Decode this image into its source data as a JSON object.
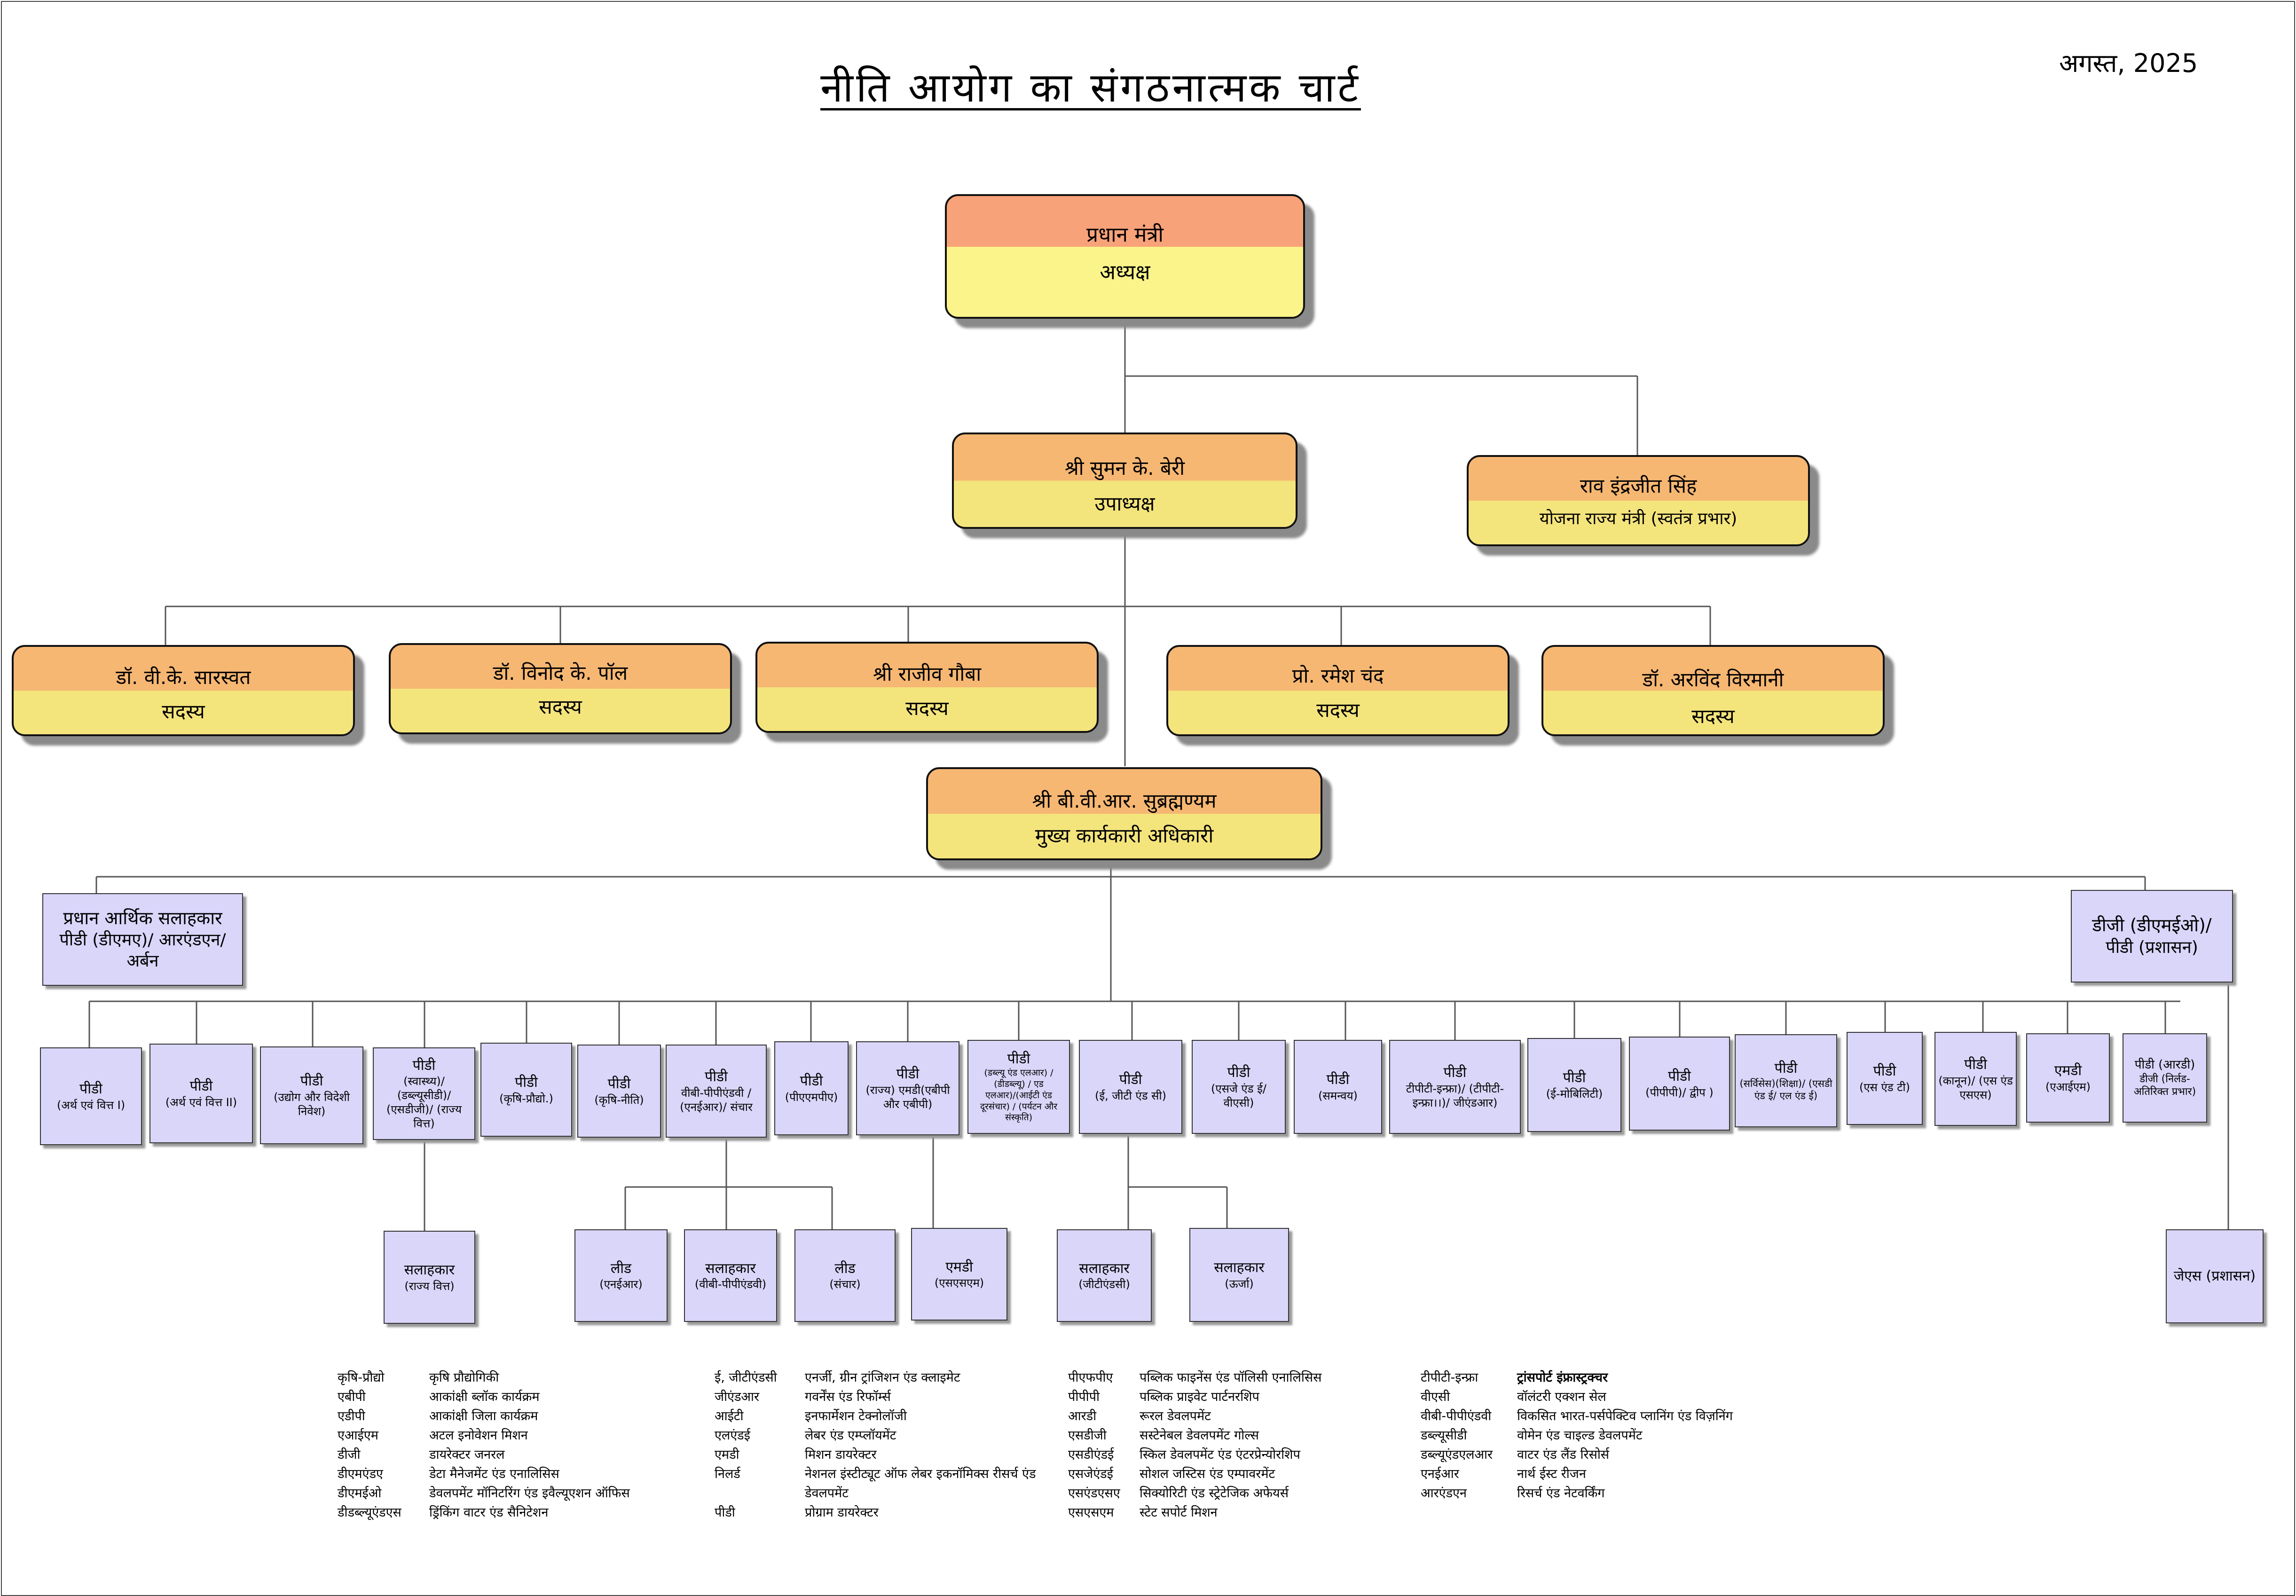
{
  "title": "नीति आयोग का संगठनात्मक चार्ट",
  "date": "अगस्त, 2025",
  "chairman": {
    "name": "प्रधान मंत्री",
    "role": "अध्यक्ष"
  },
  "vice_chairman": {
    "name": "श्री सुमन के. बेरी",
    "role": "उपाध्यक्ष"
  },
  "minister": {
    "name": "राव इंद्रजीत सिंह",
    "role": "योजना राज्य मंत्री (स्वतंत्र प्रभार)"
  },
  "members": [
    {
      "name": "डॉ. वी.के. सारस्वत",
      "role": "सदस्य"
    },
    {
      "name": "डॉ. विनोद के. पॉल",
      "role": "सदस्य"
    },
    {
      "name": "श्री राजीव गौबा",
      "role": "सदस्य"
    },
    {
      "name": "प्रो. रमेश चंद",
      "role": "सदस्य"
    },
    {
      "name": "डॉ. अरविंद विरमानी",
      "role": "सदस्य"
    }
  ],
  "ceo": {
    "name": "श्री बी.वी.आर. सुब्रह्मण्यम",
    "role": "मुख्य कार्यकारी अधिकारी"
  },
  "side_left": {
    "l1": "प्रधान आर्थिक सलाहकार",
    "l2": "पीडी (डीएमए)/ आरएंडएन/ अर्बन"
  },
  "side_right": {
    "l1": "डीजी (डीएमईओ)/",
    "l2": "पीडी (प्रशासन)"
  },
  "divisions": [
    {
      "l1": "पीडी",
      "l2": "(अर्थ एवं वित्त I)"
    },
    {
      "l1": "पीडी",
      "l2": "(अर्थ एवं वित्त II)"
    },
    {
      "l1": "पीडी",
      "l2": "(उद्योग और विदेशी निवेश)"
    },
    {
      "l1": "पीडी",
      "l2": "(स्वास्थ्य)/ (डब्ल्यूसीडी)/ (एसडीजी)/ (राज्य वित्त)"
    },
    {
      "l1": "पीडी",
      "l2": "(कृषि-प्रौद्यो.)"
    },
    {
      "l1": "पीडी",
      "l2": "(कृषि-नीति)"
    },
    {
      "l1": "पीडी",
      "l2": "वीबी-पीपीएंडवी / (एनईआर)/ संचार"
    },
    {
      "l1": "पीडी",
      "l2": "(पीएएमपीए)"
    },
    {
      "l1": "पीडी",
      "l2": "(राज्य) एमडी(एबीपी और एबीपी)"
    },
    {
      "l1": "पीडी",
      "l2": "(डब्ल्यू एंड एलआर) / (डीडब्ल्यू) / एड एलआर)/(आईटी एंड दूरसंचार) / (पर्यटन और संस्कृति)"
    },
    {
      "l1": "पीडी",
      "l2": "(ई, जीटी एंड सी)"
    },
    {
      "l1": "पीडी",
      "l2": "(एसजे एंड ई/ वीएसी)"
    },
    {
      "l1": "पीडी",
      "l2": "(समन्वय)"
    },
    {
      "l1": "पीडी",
      "l2": "टीपीटी-इन्फ्रा)/ (टीपीटी-इन्फ्रा।।)/ जीएंडआर)"
    },
    {
      "l1": "पीडी",
      "l2": "(ई-मोबिलिटी)"
    },
    {
      "l1": "पीडी",
      "l2": "(पीपीपी)/ द्वीप )"
    },
    {
      "l1": "पीडी",
      "l2": "(सर्विसेस)(शिक्षा)/ (एसडी एंड ई/ एल एंड ई)"
    },
    {
      "l1": "पीडी",
      "l2": "(एस एंड टी)"
    },
    {
      "l1": "पीडी",
      "l2": "(कानून)/ (एस एंड एसएस)"
    },
    {
      "l1": "एमडी",
      "l2": "(एआईएम)"
    },
    {
      "l1": "पीडी (आरडी)",
      "l2": "डीजी (निर्लड- अतिरिक्त प्रभार)"
    }
  ],
  "sub_units": [
    {
      "l1": "सलाहकार",
      "l2": "(राज्य वित्त)"
    },
    {
      "l1": "लीड",
      "l2": "(एनईआर)"
    },
    {
      "l1": "सलाहकार",
      "l2": "(वीबी-पीपीएंडवी)"
    },
    {
      "l1": "लीड",
      "l2": "(संचार)"
    },
    {
      "l1": "एमडी",
      "l2": "(एसएसएम)"
    },
    {
      "l1": "सलाहकार",
      "l2": "(जीटीएंडसी)"
    },
    {
      "l1": "सलाहकार",
      "l2": "(ऊर्जा)"
    },
    {
      "l1": "जेएस (प्रशासन)",
      "l2": ""
    }
  ],
  "legend_columns": [
    [
      {
        "abbr": "कृषि-प्रौद्यो",
        "full": "कृषि प्रौद्योगिकी"
      },
      {
        "abbr": "एबीपी",
        "full": "आकांक्षी ब्लॉक कार्यक्रम"
      },
      {
        "abbr": "एडीपी",
        "full": "आकांक्षी जिला कार्यक्रम"
      },
      {
        "abbr": "एआईएम",
        "full": "अटल इनोवेशन मिशन"
      },
      {
        "abbr": "डीजी",
        "full": "डायरेक्टर जनरल"
      },
      {
        "abbr": "डीएमएंडए",
        "full": "डेटा मैनेजमेंट एंड एनालिसिस"
      },
      {
        "abbr": "डीएमईओ",
        "full": "डेवलपमेंट मॉनिटरिंग एंड इवैल्यूएशन ऑफिस"
      },
      {
        "abbr": "डीडब्ल्यूएंडएस",
        "full": "ड्रिंकिंग वाटर एंड सैनिटेशन"
      }
    ],
    [
      {
        "abbr": "ई, जीटीएंडसी",
        "full": "एनर्जी, ग्रीन ट्रांजिशन एंड क्लाइमेट"
      },
      {
        "abbr": "जीएंडआर",
        "full": "गवर्नेंस एंड रिफॉर्म्स"
      },
      {
        "abbr": "आईटी",
        "full": "इनफार्मेशन टेक्नोलॉजी"
      },
      {
        "abbr": "एलएंडई",
        "full": "लेबर एंड एम्प्लॉयमेंट"
      },
      {
        "abbr": "एमडी",
        "full": "मिशन डायरेक्टर"
      },
      {
        "abbr": "निलर्ड",
        "full": "नेशनल इंस्टीट्यूट ऑफ लेबर इकनॉमिक्स रीसर्च एंड डेवलपमेंट"
      },
      {
        "abbr": "पीडी",
        "full": "प्रोग्राम डायरेक्टर"
      }
    ],
    [
      {
        "abbr": "पीएफपीए",
        "full": "पब्लिक फाइनेंस एंड पॉलिसी एनालिसिस"
      },
      {
        "abbr": "पीपीपी",
        "full": "पब्लिक प्राइवेट पार्टनरशिप"
      },
      {
        "abbr": "आरडी",
        "full": "रूरल डेवलपमेंट"
      },
      {
        "abbr": "एसडीजी",
        "full": "सस्टेनेबल डेवलपमेंट गोल्स"
      },
      {
        "abbr": "एसडीएंडई",
        "full": "स्किल डेवलपमेंट एंड एंटरप्रेन्योरशिप"
      },
      {
        "abbr": "एसजेएंडई",
        "full": "सोशल जस्टिस एंड एम्पावरमेंट"
      },
      {
        "abbr": "एसएंडएसए",
        "full": "सिक्योरिटी एंड स्ट्रेटेजिक अफेयर्स"
      },
      {
        "abbr": "एसएसएम",
        "full": "स्टेट सपोर्ट मिशन"
      }
    ],
    [
      {
        "abbr": "टीपीटी-इन्फ्रा",
        "full": "ट्रांसपोर्ट इंफ्रास्ट्रक्चर"
      },
      {
        "abbr": "वीएसी",
        "full": "वॉलंटरी एक्शन सेल"
      },
      {
        "abbr": "वीबी-पीपीएंडवी",
        "full": "विकसित भारत-पर्सपेक्टिव प्लानिंग एंड विज़निंग"
      },
      {
        "abbr": "डब्ल्यूसीडी",
        "full": "वोमेन एंड चाइल्ड डेवलपमेंट"
      },
      {
        "abbr": "डब्ल्यूएंडएलआर",
        "full": "वाटर एंड लैंड रिसोर्स"
      },
      {
        "abbr": "एनईआर",
        "full": "नार्थ ईस्ट रीजन"
      },
      {
        "abbr": "आरएंडएन",
        "full": "रिसर्च एंड नेटवर्किंग"
      }
    ]
  ]
}
